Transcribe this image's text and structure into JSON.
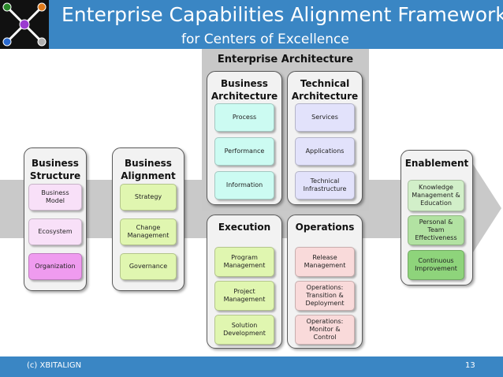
{
  "header": {
    "title": "Enterprise Capabilities Alignment Framework",
    "subtitle": "for Centers of Excellence"
  },
  "enterprise_architecture": {
    "label": "Enterprise Architecture"
  },
  "columns": {
    "business_structure": {
      "title": "Business Structure",
      "items": [
        "Business Model",
        "Ecosystem",
        "Organization"
      ]
    },
    "business_alignment": {
      "title": "Business Alignment",
      "items": [
        "Strategy",
        "Change Management",
        "Governance"
      ]
    },
    "business_architecture": {
      "title": "Business Architecture",
      "items": [
        "Process",
        "Performance",
        "Information"
      ]
    },
    "technical_architecture": {
      "title": "Technical Architecture",
      "items": [
        "Services",
        "Applications",
        "Technical Infrastructure"
      ]
    },
    "execution": {
      "title": "Execution",
      "items": [
        "Program Management",
        "Project Management",
        "Solution Development"
      ]
    },
    "operations": {
      "title": "Operations",
      "items": [
        "Release Management",
        "Operations: Transition & Deployment",
        "Operations: Monitor & Control"
      ]
    },
    "enablement": {
      "title": "Enablement",
      "items": [
        "Knowledge Management & Education",
        "Personal & Team Effectiveness",
        "Continuous Improvement"
      ]
    }
  },
  "footer": {
    "copyright": "(c) XBITALIGN",
    "page_number": "13"
  },
  "colors": {
    "header_blue": "#3a86c4",
    "arrow_gray": "#c9c9c9",
    "pink": "#f8e0f8",
    "magenta": "#ef9bef",
    "lime": "#e0f6b0",
    "cyan": "#ccfbf2",
    "lavender": "#e2e2fb",
    "pale_red": "#f9dada",
    "green": "#8ed47b"
  }
}
